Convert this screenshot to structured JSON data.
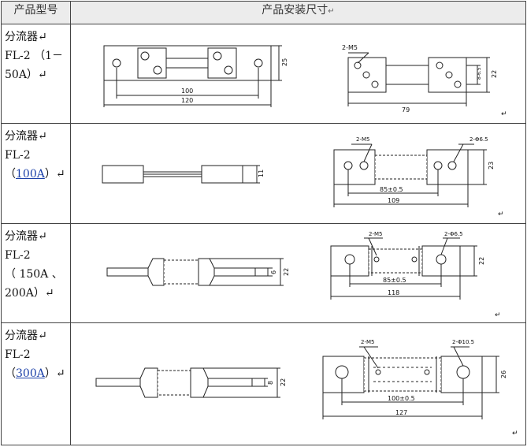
{
  "header": {
    "name_col": "产品型号",
    "dim_col": "产品安装尺寸",
    "mark": "↵"
  },
  "rows": [
    {
      "lines": [
        "分流器↵",
        "FL-2 （1－",
        "50A）↵"
      ],
      "dims": {
        "a": "100",
        "b": "120",
        "c": "25",
        "d": "2-M5",
        "e": "22",
        "f": "79",
        "g": "8-6.5"
      }
    },
    {
      "lines": [
        "分流器↵",
        "FL-2",
        "（",
        "100A",
        "）↵"
      ],
      "dims": {
        "a": "2-M5",
        "b": "2-Φ6.5",
        "c": "23",
        "d": "85±0.5",
        "e": "109",
        "f": "11"
      }
    },
    {
      "lines": [
        "分流器↵",
        "FL-2",
        "（ 150A 、",
        "200A）↵"
      ],
      "dims": {
        "a": "2-M5",
        "b": "2-Φ6.5",
        "c": "22",
        "d": "85±0.5",
        "e": "118",
        "f": "6",
        "g": "22"
      }
    },
    {
      "lines": [
        "分流器↵",
        "FL-2",
        "（",
        "300A",
        "）↵"
      ],
      "dims": {
        "a": "2-M5",
        "b": "2-Φ10.5",
        "c": "26",
        "d": "100±0.5",
        "e": "127",
        "f": "8",
        "g": "22"
      }
    }
  ]
}
